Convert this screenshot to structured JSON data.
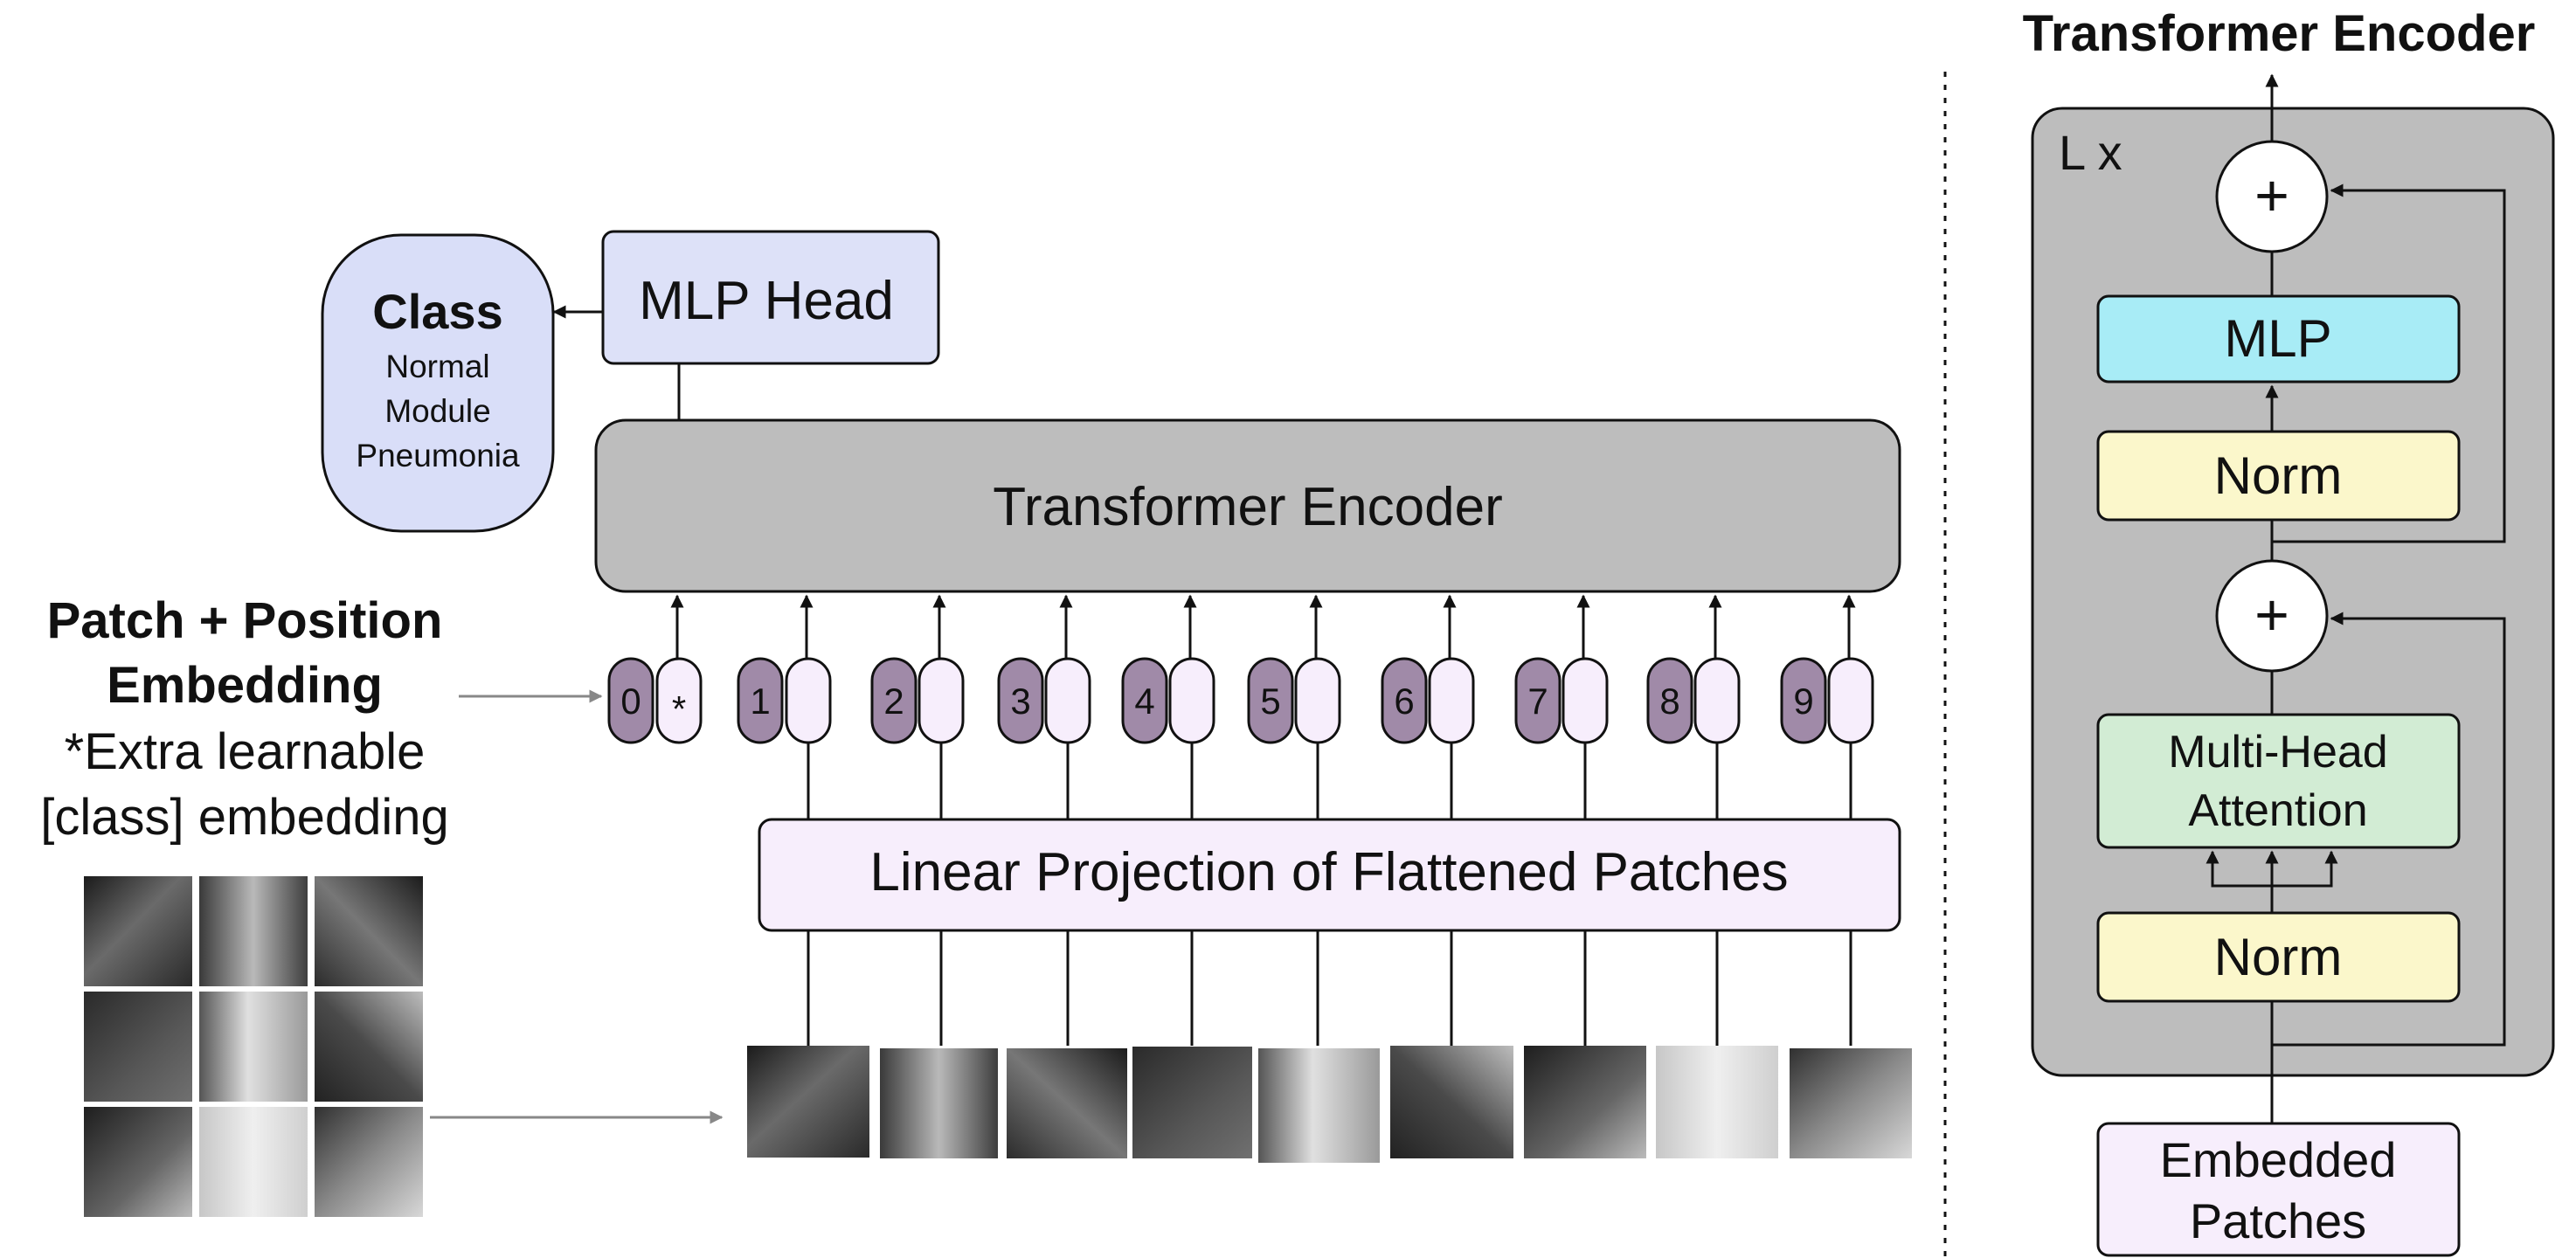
{
  "left": {
    "class_box": {
      "title": "Class",
      "items": [
        "Normal",
        "Module",
        "Pneumonia"
      ]
    },
    "mlp_head": "MLP Head",
    "encoder": "Transformer Encoder",
    "embedding_label": {
      "line1": "Patch + Position",
      "line2": "Embedding",
      "line3": "*Extra learnable",
      "line4": "[class] embedding"
    },
    "tokens": [
      {
        "position": "0",
        "embedding": "*"
      },
      {
        "position": "1",
        "embedding": ""
      },
      {
        "position": "2",
        "embedding": ""
      },
      {
        "position": "3",
        "embedding": ""
      },
      {
        "position": "4",
        "embedding": ""
      },
      {
        "position": "5",
        "embedding": ""
      },
      {
        "position": "6",
        "embedding": ""
      },
      {
        "position": "7",
        "embedding": ""
      },
      {
        "position": "8",
        "embedding": ""
      },
      {
        "position": "9",
        "embedding": ""
      }
    ],
    "projection": "Linear Projection of Flattened Patches"
  },
  "right": {
    "title": "Transformer Encoder",
    "repeat": "L x",
    "plus": "+",
    "mlp": "MLP",
    "norm_top": "Norm",
    "attention_line1": "Multi-Head",
    "attention_line2": "Attention",
    "norm_bottom": "Norm",
    "input_line1": "Embedded",
    "input_line2": "Patches"
  },
  "colors": {
    "mlp_head_fill": "#dde1f8",
    "class_fill": "#d9def8",
    "encoder_fill": "#bdbdbd",
    "position_fill": "#a08aa8",
    "embedding_fill": "#f7eefc",
    "projection_fill": "#f7eefc",
    "block_fill": "#bdbdbd",
    "mlp_fill": "#a8ecf6",
    "norm_fill": "#fbf7cb",
    "attention_fill": "#d2ecd4",
    "input_fill": "#f7eefc"
  }
}
